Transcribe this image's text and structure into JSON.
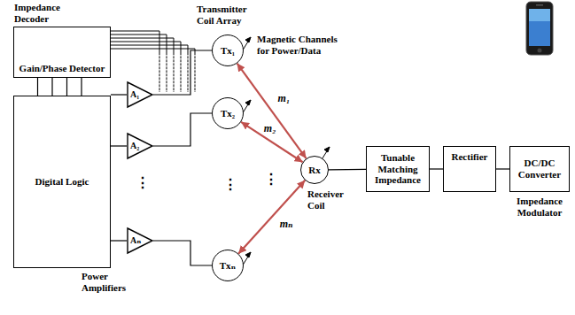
{
  "diagram": {
    "nodes": [
      {
        "text": [
          "Impedance Decoder",
          "Gain/Phase Detector"
        ]
      },
      {
        "text": [
          "Digital Logic"
        ]
      },
      {
        "text": [
          "A₁"
        ]
      },
      {
        "text": [
          "A₂"
        ]
      },
      {
        "text": [
          "Aₙ"
        ]
      },
      {
        "text": [
          "Tx₁"
        ]
      },
      {
        "text": [
          "Tx₂"
        ]
      },
      {
        "text": [
          "Txₙ"
        ]
      },
      {
        "text": [
          "Rx"
        ]
      },
      {
        "text": [
          "Tunable Matching Impedance"
        ]
      },
      {
        "text": [
          "Rectifier"
        ]
      },
      {
        "text": [
          "DC/DC Converter"
        ]
      }
    ],
    "edges": [
      {
        "from": 0,
        "to": 1,
        "arrow": "none"
      },
      {
        "from": 1,
        "to": 2,
        "arrow": "none"
      },
      {
        "from": 1,
        "to": 3,
        "arrow": "none"
      },
      {
        "from": 1,
        "to": 4,
        "arrow": "none"
      },
      {
        "from": 2,
        "to": 5,
        "arrow": "none"
      },
      {
        "from": 3,
        "to": 6,
        "arrow": "none"
      },
      {
        "from": 4,
        "to": 7,
        "arrow": "none"
      },
      {
        "from": 5,
        "to": 8,
        "arrow": "both",
        "label": "m₁"
      },
      {
        "from": 6,
        "to": 8,
        "arrow": "both",
        "label": "m₂"
      },
      {
        "from": 7,
        "to": 8,
        "arrow": "both",
        "label": "mₙ"
      },
      {
        "from": 8,
        "to": 9,
        "arrow": "none"
      },
      {
        "from": 9,
        "to": 10,
        "arrow": "none"
      },
      {
        "from": 10,
        "to": 11,
        "arrow": "none"
      }
    ],
    "labels": [
      "Transmitter Coil Array",
      "Magnetic Channels for Power/Data",
      "Power Amplifiers",
      "Receiver Coil",
      "Impedance Modulator",
      "⋮",
      "⋮",
      "⋮"
    ]
  }
}
